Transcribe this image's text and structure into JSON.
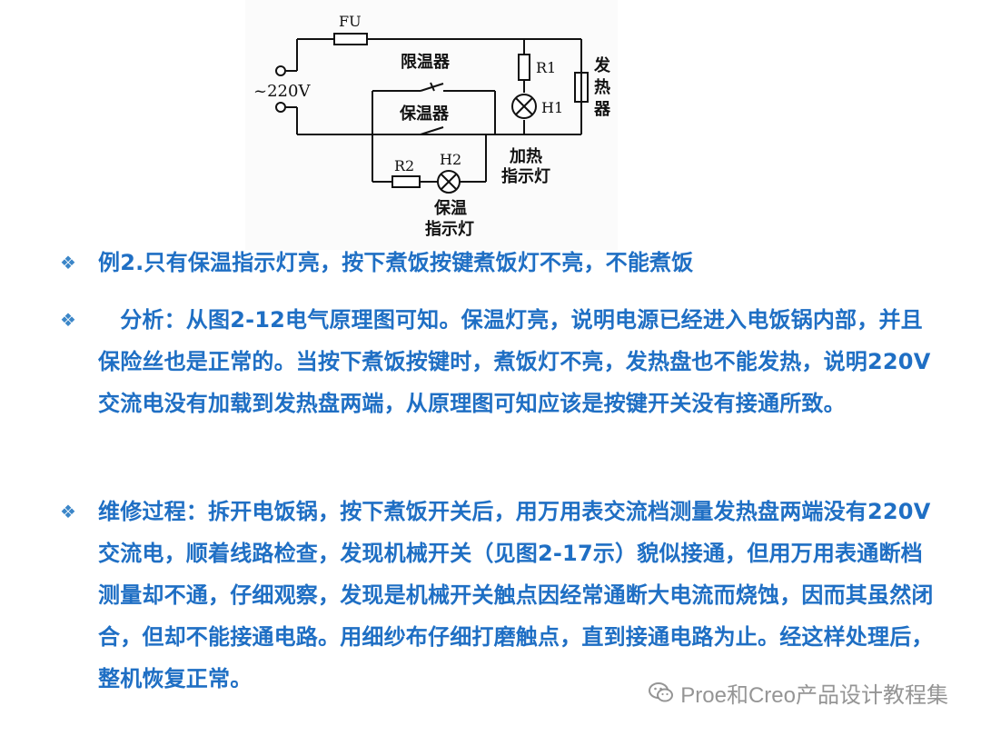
{
  "diagram": {
    "labels": {
      "fu": "FU",
      "voltage": "~220V",
      "limiter": "限温器",
      "keeper": "保温器",
      "r1": "R1",
      "h1": "H1",
      "r2": "R2",
      "h2": "H2",
      "heater": [
        "发",
        "热",
        "器"
      ],
      "heat_lamp": [
        "加热",
        "指示灯"
      ],
      "keep_lamp": [
        "保温",
        "指示灯"
      ]
    }
  },
  "content": {
    "bullet_glyph": "❖",
    "paragraphs": [
      "例2.只有保温指示灯亮，按下煮饭按键煮饭灯不亮，不能煮饭",
      "　分析：从图2-12电气原理图可知。保温灯亮，说明电源已经进入电饭锅内部，并且保险丝也是正常的。当按下煮饭按键时，煮饭灯不亮，发热盘也不能发热，说明220V交流电没有加载到发热盘两端，从原理图可知应该是按键开关没有接通所致。",
      "维修过程：拆开电饭锅，按下煮饭开关后，用万用表交流档测量发热盘两端没有220V交流电，顺着线路检查，发现机械开关（见图2-17示）貌似接通，但用万用表通断档测量却不通，仔细观察，发现是机械开关触点因经常通断大电流而烧蚀，因而其虽然闭合，但却不能接通电路。用细纱布仔细打磨触点，直到接通电路为止。经这样处理后，整机恢复正常。"
    ]
  },
  "watermark": {
    "text": "Proe和Creo产品设计教程集",
    "icon": "wechat-icon"
  },
  "colors": {
    "text": "#1f6fc4",
    "bullet": "#3b86c8"
  }
}
